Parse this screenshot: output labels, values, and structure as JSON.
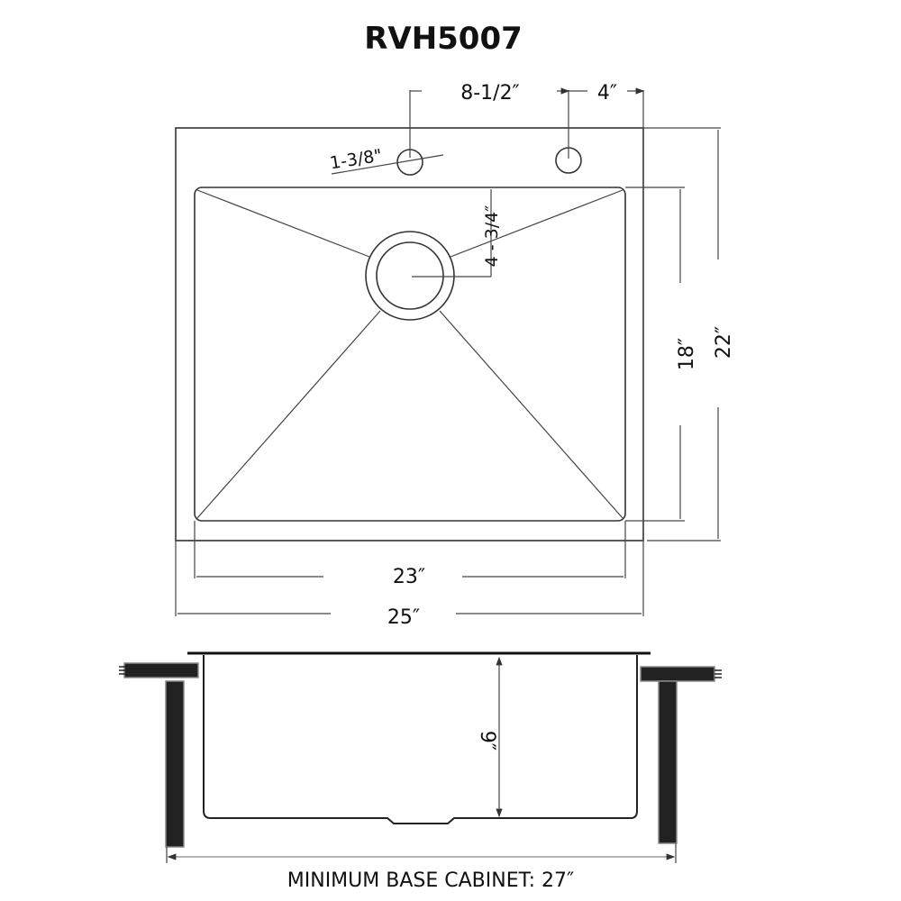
{
  "title": "RVH5007",
  "top_view": {
    "faucet_hole_spacing": "8-1/2″",
    "faucet_to_edge": "4″",
    "faucet_hole_diameter": "1-3/8\"",
    "drain_offset": "4 - 3/4″",
    "bowl_depth_front_to_back": "18″",
    "overall_depth": "22″",
    "bowl_width": "23″",
    "overall_width": "25″"
  },
  "side_view": {
    "bowl_height": "9″",
    "minimum_base_cabinet": "MINIMUM BASE CABINET: 27″"
  },
  "colors": {
    "line": "#333333",
    "cabinet": "#222222",
    "text": "#111111"
  }
}
